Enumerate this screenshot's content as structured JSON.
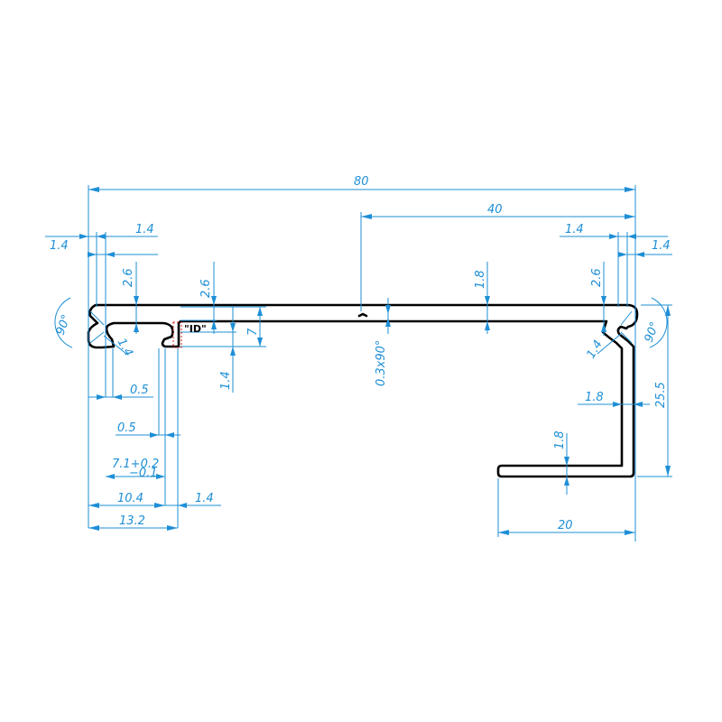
{
  "dimensions": {
    "overall_width": "80",
    "right_half": "40",
    "lip_left_outer": "1.4",
    "lip_left_inner": "1.4",
    "lip_right_inner": "1.4",
    "lip_right_outer": "1.4",
    "depth_left_groove": "2.6",
    "depth_channel": "2.6",
    "thickness_top": "1.8",
    "depth_right_groove": "2.6",
    "angle_left": "90°",
    "angle_right": "90°",
    "chamfer_left": "1.4",
    "chamfer_right": "1.4",
    "channel_height": "7",
    "groove": "0.3x90°",
    "leg_height": "25.5",
    "leg_thickness": "1.8",
    "foot_thickness": "1.8",
    "slot_depth": "1.4",
    "gap_a": "0.5",
    "gap_b": "0.5",
    "tol_main": "7.1+0.2",
    "tol_low": "−0.1",
    "width_104": "10.4",
    "width_14": "1.4",
    "width_132": "13.2",
    "foot_width": "20"
  },
  "detail_label": "\"ID\""
}
